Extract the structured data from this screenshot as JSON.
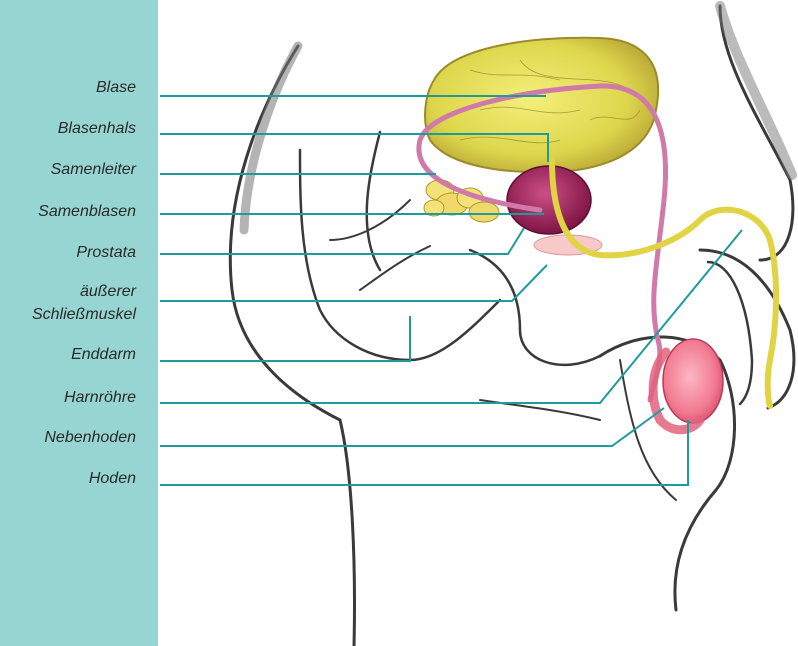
{
  "labels": {
    "blase": "Blase",
    "blasenhals": "Blasenhals",
    "samenleiter": "Samenleiter",
    "samenblasen": "Samenblasen",
    "prostata": "Prostata",
    "aeusserer_line1": "äußerer",
    "aeusserer_line2": "Schließmuskel",
    "enddarm": "Enddarm",
    "harnroehre": "Harnröhre",
    "nebenhoden": "Nebenhoden",
    "hoden": "Hoden"
  },
  "colors": {
    "sidebar": "#96d5d2",
    "leader": "#1e9c9c",
    "outline": "#3a3a3a",
    "bladder": "#e4de55",
    "bladder_edge": "#9c8b2a",
    "vas_deferens": "#cf7aa9",
    "prostate": "#a8205e",
    "seminal_vesicles": "#f3e27a",
    "sphincter": "#f7c9c9",
    "urethra": "#e9de52",
    "testis": "#f27b92"
  }
}
